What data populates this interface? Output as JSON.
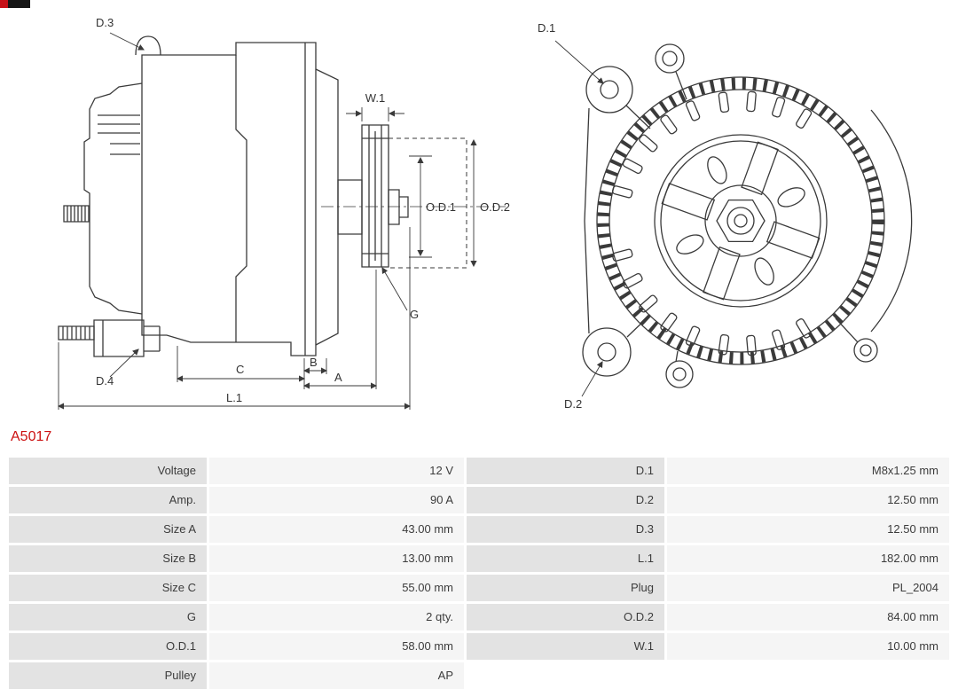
{
  "part_number": "A5017",
  "colors": {
    "part_number_red": "#cc1111",
    "table_label_bg": "#e3e3e3",
    "table_value_bg": "#f5f5f5",
    "drawing_line": "#3a3a3a",
    "logo_red": "#c51118"
  },
  "side_view": {
    "labels": {
      "d3": "D.3",
      "d4": "D.4",
      "w1": "W.1",
      "od1": "O.D.1",
      "od2": "O.D.2",
      "g": "G",
      "a": "A",
      "b": "B",
      "c": "C",
      "l1": "L.1"
    }
  },
  "front_view": {
    "labels": {
      "d1": "D.1",
      "d2": "D.2"
    }
  },
  "spec_table": {
    "rows": [
      {
        "l1": "Voltage",
        "v1": "12 V",
        "l2": "D.1",
        "v2": "M8x1.25 mm"
      },
      {
        "l1": "Amp.",
        "v1": "90 A",
        "l2": "D.2",
        "v2": "12.50 mm"
      },
      {
        "l1": "Size A",
        "v1": "43.00 mm",
        "l2": "D.3",
        "v2": "12.50 mm"
      },
      {
        "l1": "Size B",
        "v1": "13.00 mm",
        "l2": "L.1",
        "v2": "182.00 mm"
      },
      {
        "l1": "Size C",
        "v1": "55.00 mm",
        "l2": "Plug",
        "v2": "PL_2004"
      },
      {
        "l1": "G",
        "v1": "2 qty.",
        "l2": "O.D.2",
        "v2": "84.00 mm"
      },
      {
        "l1": "O.D.1",
        "v1": "58.00 mm",
        "l2": "W.1",
        "v2": "10.00 mm"
      },
      {
        "l1": "Pulley",
        "v1": "AP",
        "l2": "",
        "v2": ""
      }
    ]
  }
}
